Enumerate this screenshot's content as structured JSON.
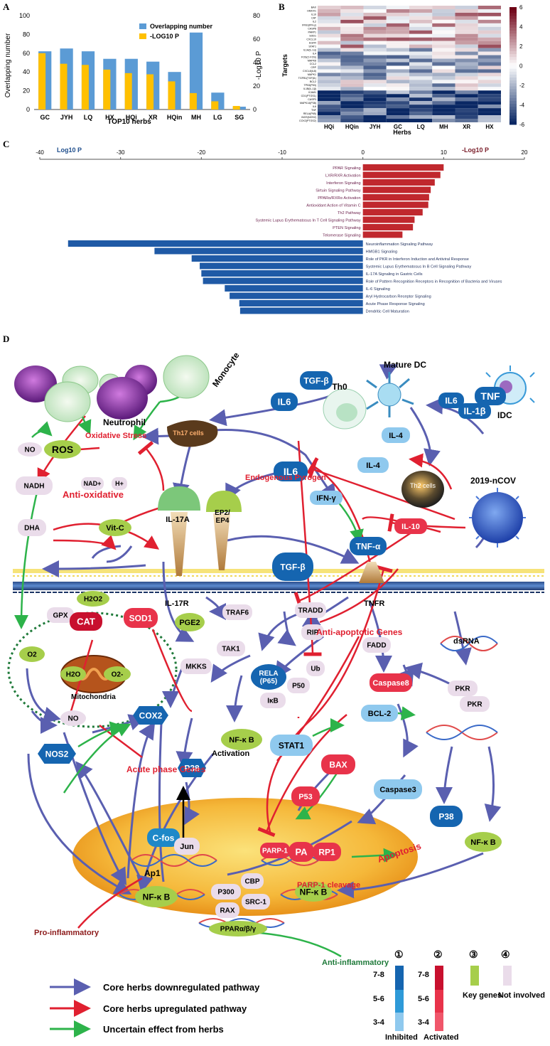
{
  "panels": {
    "a": "A",
    "b": "B",
    "c": "C",
    "d": "D"
  },
  "colors": {
    "overlap": "#5B9BD5",
    "logp": "#FFC000",
    "down_bar": "#1F5AA6",
    "up_bar": "#C0282E",
    "protein_blue": "#1565B0",
    "light_blue": "#8FC9EE",
    "pale": "#EADCEA",
    "green_key": "#A6CE4B",
    "red_act": "#E8334A",
    "arrow_blue": "#5A5FB0",
    "arrow_red": "#E02030",
    "arrow_green": "#2DB34A"
  },
  "chart_a": {
    "type": "bar",
    "categories": [
      "GC",
      "JYH",
      "LQ",
      "HX",
      "HQi",
      "XR",
      "HQin",
      "MH",
      "LG",
      "SG"
    ],
    "series": [
      {
        "name": "Overlapping number",
        "values": [
          62,
          65,
          62,
          54,
          54,
          51,
          40,
          82,
          18,
          3
        ]
      },
      {
        "name": "-LOG10 P",
        "values": [
          48,
          39,
          38,
          34,
          31,
          30,
          24,
          14,
          7,
          3
        ]
      }
    ],
    "ylabel": "Overlapping number",
    "y2label": "-Log10 P",
    "xlabel": "TOP10 herbs",
    "ylim": [
      0,
      100
    ],
    "y2lim": [
      0,
      80
    ],
    "yticks": [
      "0",
      "20",
      "40",
      "60",
      "80",
      "100"
    ],
    "y2ticks": [
      "0",
      "20",
      "40",
      "60",
      "80"
    ]
  },
  "chart_b": {
    "type": "heatmap",
    "columns": [
      "HQi",
      "HQin",
      "JYH",
      "GC",
      "LQ",
      "MH",
      "XR",
      "HX"
    ],
    "rows": [
      "BAX",
      "HMOX1",
      "IL10",
      "CAT",
      "IL2",
      "IFNG(IFN-γ)",
      "CASP8",
      "PARP1",
      "SOD1",
      "CXCL10",
      "EGFR",
      "STAT1",
      "IL1A(IL-1α)",
      "IL4",
      "FOS(C-FOS)",
      "MAPK8",
      "CCL2",
      "CRP",
      "CXCL8(IL8)",
      "MAPK1",
      "TGFB1(TGFβ1)",
      "BCL2",
      "TP53(P53)",
      "IL1B(IL-1β)",
      "ICAM1",
      "CD1(PTGS1)",
      "CASP3",
      "MAPK14(P38)",
      "IL6",
      "TNF",
      "RELA(P65)",
      "iNOS(NOS2)",
      "COX2(PTGS2)"
    ],
    "xlabel": "Herbs",
    "ylabel": "Targets",
    "colorbar_ticks": [
      "6",
      "4",
      "2",
      "0",
      "-2",
      "-4",
      "-6"
    ]
  },
  "chart_c": {
    "type": "bar",
    "left_label": "Log10 P",
    "right_label": "-Log10 P",
    "xticks": [
      "-40",
      "-30",
      "-20",
      "-10",
      "0",
      "10",
      "20"
    ],
    "xlim": [
      -40,
      20
    ],
    "up": [
      {
        "label": "PPAR Signaling",
        "value": 10
      },
      {
        "label": "LXR/RXR Activation",
        "value": 9.6
      },
      {
        "label": "Interferon Signaling",
        "value": 8.9
      },
      {
        "label": "Sirtuin Signaling Pathway",
        "value": 8.4
      },
      {
        "label": "PPARα/RXRα Activation",
        "value": 8.2
      },
      {
        "label": "Antioxidant Action of Vitamin C",
        "value": 8.1
      },
      {
        "label": "Th2 Pathway",
        "value": 7.4
      },
      {
        "label": "Systemic Lupus Erythematosus In T Cell Signaling Pathway",
        "value": 6.4
      },
      {
        "label": "PTEN Signaling",
        "value": 6.2
      },
      {
        "label": "Telomerase Signaling",
        "value": 4.9
      }
    ],
    "down": [
      {
        "label": "Neuroinflammation Signaling Pathway",
        "value": -36.5
      },
      {
        "label": "HMGB1 Signaling",
        "value": -25.8
      },
      {
        "label": "Role of PKR in Interferon Induction and Antiviral Response",
        "value": -21.2
      },
      {
        "label": "Systemic Lupus Erythematosus In B Cell Signaling Pathway",
        "value": -20.2
      },
      {
        "label": "IL-17A Signaling in Gastric Cells",
        "value": -20.0
      },
      {
        "label": "Role of Pattern Recognition Receptors in Recognition of Bacteria and Viruses",
        "value": -19.8
      },
      {
        "label": "IL-6 Signaling",
        "value": -17.1
      },
      {
        "label": "Aryl Hydrocarbon Receptor Signaling",
        "value": -16.5
      },
      {
        "label": "Acute Phase Response Signaling",
        "value": -15.3
      },
      {
        "label": "Dendritic Cell Maturation",
        "value": -15.2
      }
    ]
  },
  "diagram": {
    "cells": {
      "neutrophil": "Neutrophil",
      "monocyte": "Monocyte",
      "th17": "Th17 cells",
      "th0": "Th0",
      "mature_dc": "Mature DC",
      "idc": "IDC",
      "th2": "Th2 cells",
      "virus": "2019-nCOV"
    },
    "process": {
      "oxidative_stress": "Oxidative Stress",
      "anti_oxidative": "Anti-oxidative",
      "endogenous_pyrogen": "Endogenous Pyrogen",
      "anti_apoptotic": "Anti-apoptotic Genes",
      "acute_phase": "Acute phase Genes",
      "apoptosis": "Apoptosis",
      "parp_cleavage": "PARP-1 cleavage",
      "pro_inflammatory": "Pro-inflammatory",
      "anti_inflammatory": "Anti-inflammatory",
      "activation": "Activation",
      "mitochondria": "Mitochondria",
      "ap1": "Ap1"
    },
    "nodes": {
      "no": "NO",
      "ros": "ROS",
      "nadh": "NADH",
      "nad": "NAD+",
      "h": "H+",
      "dha": "DHA",
      "vitc": "Vit-C",
      "il17a": "IL-17A",
      "ep24": "EP2/ EP4",
      "il6_top": "IL6",
      "tgfb_top": "TGF-β",
      "il6_dc": "IL6",
      "il1b": "IL-1β",
      "tnf": "TNF",
      "il4_a": "IL-4",
      "il4_b": "IL-4",
      "ifng": "IFN-γ",
      "il10": "IL-10",
      "il6_mid": "IL6",
      "tnfa": "TNF-α",
      "tgfb_mem": "TGF-β",
      "il17r": "IL-17R",
      "tnfr": "TNFR",
      "dsrna": "dsRNA",
      "gpx": "GPX",
      "h2o2": "H2O2",
      "cat": "CAT",
      "sod1": "SOD1",
      "o2": "O2",
      "h2o": "H2O",
      "o2m": "O2-",
      "pge2": "PGE2",
      "traf6": "TRAF6",
      "tak1": "TAK1",
      "tradd": "TRADD",
      "rip": "RIP",
      "fadd": "FADD",
      "mkks": "MKKS",
      "rela": "RELA (P65)",
      "p50": "P50",
      "ub": "Ub",
      "ikb": "IκB",
      "caspase8": "Caspase8",
      "bcl2": "BCL-2",
      "pkr1": "PKR",
      "pkr2": "PKR",
      "no2": "NO",
      "cox2": "COX2",
      "nos2": "NOS2",
      "p38a": "P38",
      "nfkb_act": "NF-κ B",
      "stat1": "STAT1",
      "bax": "BAX",
      "caspase3": "Caspase3",
      "p53": "P53",
      "p38b": "P38",
      "nfkb_r": "NF-κ B",
      "cfos": "C-fos",
      "jun": "Jun",
      "parp1": "PARP-1",
      "pa": "PA",
      "rp1": "RP1",
      "nfkb_n1": "NF-κ B",
      "nfkb_n2": "NF-κ B",
      "p300": "P300",
      "cbp": "CBP",
      "rax": "RAX",
      "src1": "SRC-1",
      "ppar": "PPARα/β/γ"
    }
  },
  "legend": {
    "down": "Core herbs downregulated pathway",
    "up": "Core herbs upregulated pathway",
    "uncertain": "Uncertain effect from herbs",
    "n1": "①",
    "n2": "②",
    "n3": "③",
    "n4": "④",
    "r1": "7-8",
    "r2": "5-6",
    "r3": "3-4",
    "r1b": "7-8",
    "r2b": "5-6",
    "r3b": "3-4",
    "inhibited": "Inhibited",
    "activated": "Activated",
    "key": "Key genes",
    "not": "Not involved"
  }
}
